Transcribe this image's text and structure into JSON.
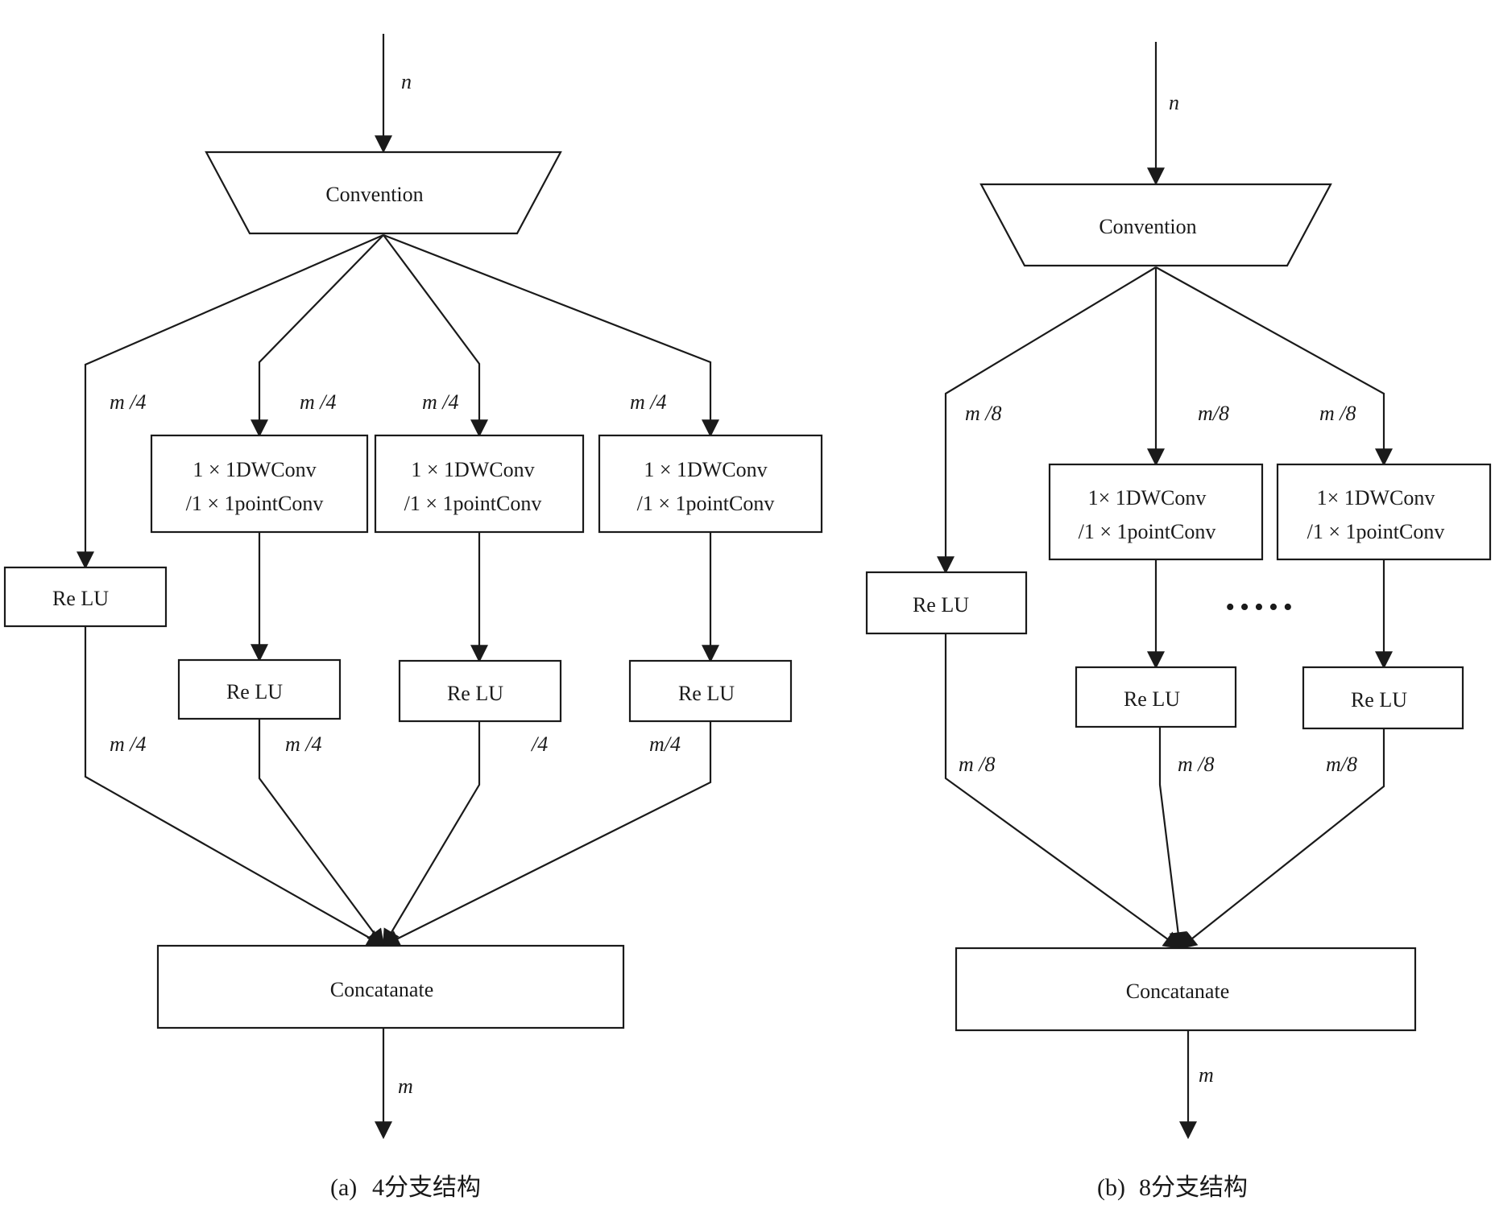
{
  "panel_a": {
    "input_label": "n",
    "conv_label": "Convention",
    "branch_in_labels": [
      "m /4",
      "m /4",
      "m /4",
      "m /4"
    ],
    "dwconv_line1": "1 × 1DWConv",
    "dwconv_line2": "/1 × 1pointConv",
    "relu_label": "Re LU",
    "branch_out_labels": [
      "m /4",
      "m /4",
      "/4",
      "m/4"
    ],
    "concat_label": "Concatanate",
    "output_label": "m",
    "caption_prefix": "(a)",
    "caption_text": "4分支结构"
  },
  "panel_b": {
    "input_label": "n",
    "conv_label": "Convention",
    "branch_in_labels": [
      "m /8",
      "m/8",
      "m /8"
    ],
    "dwconv_line1": "1× 1DWConv",
    "dwconv_line2": "/1 × 1pointConv",
    "relu_label": "Re LU",
    "ellipsis": "•••••",
    "branch_out_labels": [
      "m /8",
      "m /8",
      "m/8"
    ],
    "concat_label": "Concatanate",
    "output_label": "m",
    "caption_prefix": "(b)",
    "caption_text": "8分支结构"
  }
}
